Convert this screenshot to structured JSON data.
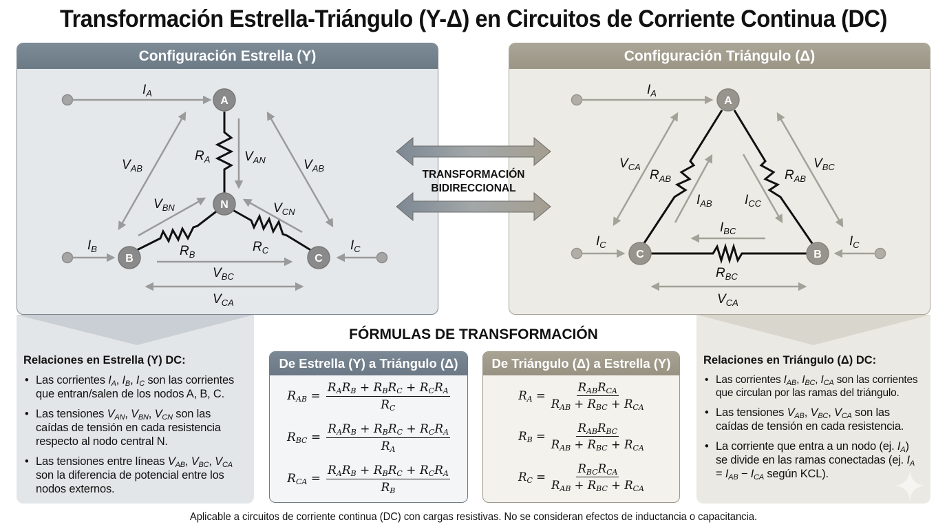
{
  "title": "Transformación Estrella-Triángulo (Y-Δ) en Circuitos de Corriente Continua (DC)",
  "star_panel": {
    "header": "Configuración Estrella (Y)",
    "nodes": [
      "A",
      "N",
      "B",
      "C"
    ],
    "labels": {
      "IA": {
        "main": "I",
        "sub": "A"
      },
      "IB": {
        "main": "I",
        "sub": "B"
      },
      "IC": {
        "main": "I",
        "sub": "C"
      },
      "RA": {
        "main": "R",
        "sub": "A"
      },
      "RB": {
        "main": "R",
        "sub": "B"
      },
      "RC": {
        "main": "R",
        "sub": "C"
      },
      "VAN": {
        "main": "V",
        "sub": "AN"
      },
      "VBN": {
        "main": "V",
        "sub": "BN"
      },
      "VCN": {
        "main": "V",
        "sub": "CN"
      },
      "VAB_left": {
        "main": "V",
        "sub": "AB"
      },
      "VAB_right": {
        "main": "V",
        "sub": "AB"
      },
      "VBC": {
        "main": "V",
        "sub": "BC"
      },
      "VCA": {
        "main": "V",
        "sub": "CA"
      }
    }
  },
  "delta_panel": {
    "header": "Configuración Triángulo (Δ)",
    "nodes": [
      "A",
      "C",
      "B"
    ],
    "labels": {
      "IA": {
        "main": "I",
        "sub": "A"
      },
      "IC_left": {
        "main": "I",
        "sub": "C"
      },
      "IC_right": {
        "main": "I",
        "sub": "C"
      },
      "RAB_left": {
        "main": "R",
        "sub": "AB"
      },
      "RAB_right": {
        "main": "R",
        "sub": "AB"
      },
      "RBC": {
        "main": "R",
        "sub": "BC"
      },
      "IAB": {
        "main": "I",
        "sub": "AB"
      },
      "ICC": {
        "main": "I",
        "sub": "CC"
      },
      "IBC": {
        "main": "I",
        "sub": "BC"
      },
      "VCA_left": {
        "main": "V",
        "sub": "CA"
      },
      "VBC": {
        "main": "V",
        "sub": "BC"
      },
      "VCA_bottom": {
        "main": "V",
        "sub": "CA"
      }
    }
  },
  "center": {
    "line1": "TRANSFORMACIÓN",
    "line2": "BIDIRECCIONAL"
  },
  "star_notes": {
    "heading": "Relaciones en Estrella (Y) DC:",
    "items": [
      {
        "pre": "Las corrientes ",
        "vars": [
          [
            "I",
            "A"
          ],
          [
            "I",
            "B"
          ],
          [
            "I",
            "C"
          ]
        ],
        "post": " son las corrientes que entran/salen de los nodos A, B, C."
      },
      {
        "pre": "Las tensiones ",
        "vars": [
          [
            "V",
            "AN"
          ],
          [
            "V",
            "BN"
          ],
          [
            "V",
            "CN"
          ]
        ],
        "post": " son las caídas de tensión en cada resistencia respecto al nodo central N."
      },
      {
        "pre": "Las tensiones entre líneas ",
        "vars": [
          [
            "V",
            "AB"
          ],
          [
            "V",
            "BC"
          ],
          [
            "V",
            "CA"
          ]
        ],
        "post": " son la diferencia de potencial entre los nodos externos."
      }
    ]
  },
  "delta_notes": {
    "heading": "Relaciones en Triángulo (Δ) DC:",
    "items": [
      {
        "pre": "Las corrientes ",
        "vars": [
          [
            "I",
            "AB"
          ],
          [
            "I",
            "BC"
          ],
          [
            "I",
            "CA"
          ]
        ],
        "post": " son las corrientes que circulan por las ramas del triángulo."
      },
      {
        "pre": "Las tensiones ",
        "vars": [
          [
            "V",
            "AB"
          ],
          [
            "V",
            "BC"
          ],
          [
            "V",
            "CA"
          ]
        ],
        "post": " son las caídas de tensión en cada resistencia."
      },
      {
        "text": "La corriente que entra a un nodo (ej. I_A) se divide en las ramas conectadas (ej. I_A = I_AB − I_CA según KCL)."
      }
    ]
  },
  "formulas": {
    "title": "FÓRMULAS DE TRANSFORMACIÓN",
    "star_to_delta": {
      "header": "De Estrella (Y) a Triángulo (Δ)",
      "equations": [
        {
          "lhs": [
            "R",
            "AB"
          ],
          "num": "RARB + RBRC + RCRA",
          "den": [
            "R",
            "C"
          ]
        },
        {
          "lhs": [
            "R",
            "BC"
          ],
          "num": "RARB + RBRC + RCRA",
          "den": [
            "R",
            "A"
          ]
        },
        {
          "lhs": [
            "R",
            "CA"
          ],
          "num": "RARB + RBRC + RCRA",
          "den": [
            "R",
            "B"
          ]
        }
      ]
    },
    "delta_to_star": {
      "header": "De Triángulo (Δ) a Estrella (Y)",
      "equations": [
        {
          "lhs": [
            "R",
            "A"
          ],
          "num": [
            [
              "R",
              "AB"
            ],
            [
              "R",
              "CA"
            ]
          ],
          "den": "RAB + RBC + RCA"
        },
        {
          "lhs": [
            "R",
            "B"
          ],
          "num": [
            [
              "R",
              "AB"
            ],
            [
              "R",
              "BC"
            ]
          ],
          "den": "RAB + RBC + RCA"
        },
        {
          "lhs": [
            "R",
            "C"
          ],
          "num": [
            [
              "R",
              "BC"
            ],
            [
              "R",
              "CA"
            ]
          ],
          "den": "RAB + RBC + RCA"
        }
      ]
    }
  },
  "footer": "Aplicable a circuitos de corriente continua (DC) con cargas resistivas. No se consideran efectos de inductancia o capacitancia.",
  "colors": {
    "star_header": "#6f7d89",
    "delta_header": "#9d9787",
    "star_bg": "#e4e8ea",
    "delta_bg": "#ecebe5",
    "arrow_gray": "#9a9a9a",
    "node_fill": "#8a8a8a"
  }
}
